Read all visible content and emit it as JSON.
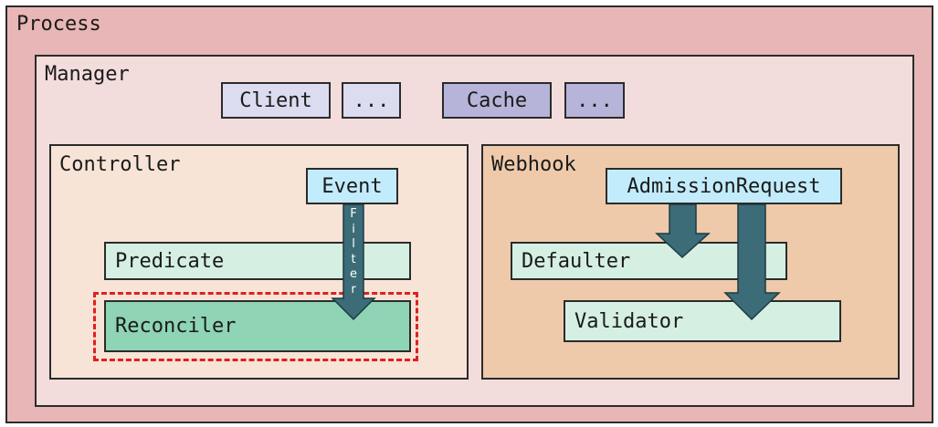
{
  "colors": {
    "process_bg": "#e8b6b6",
    "manager_bg": "#f2dcdc",
    "controller_bg": "#f7e4d7",
    "webhook_bg": "#eecaab",
    "chip_light": "#dcdcf0",
    "chip_mid": "#b7b4d9",
    "event_bg": "#c2ecfb",
    "light_green": "#d5efe3",
    "reconciler_bg": "#8fd4b4",
    "arrow": "#3b6c78",
    "highlight": "#e02020"
  },
  "process": {
    "label": "Process"
  },
  "manager": {
    "label": "Manager",
    "items": [
      {
        "label": "Client"
      },
      {
        "label": "..."
      },
      {
        "label": "Cache"
      },
      {
        "label": "..."
      }
    ]
  },
  "controller": {
    "label": "Controller",
    "event": "Event",
    "filter_label": "Filter",
    "predicate": "Predicate",
    "reconciler": "Reconciler"
  },
  "webhook": {
    "label": "Webhook",
    "admission_request": "AdmissionRequest",
    "defaulter": "Defaulter",
    "validator": "Validator"
  }
}
